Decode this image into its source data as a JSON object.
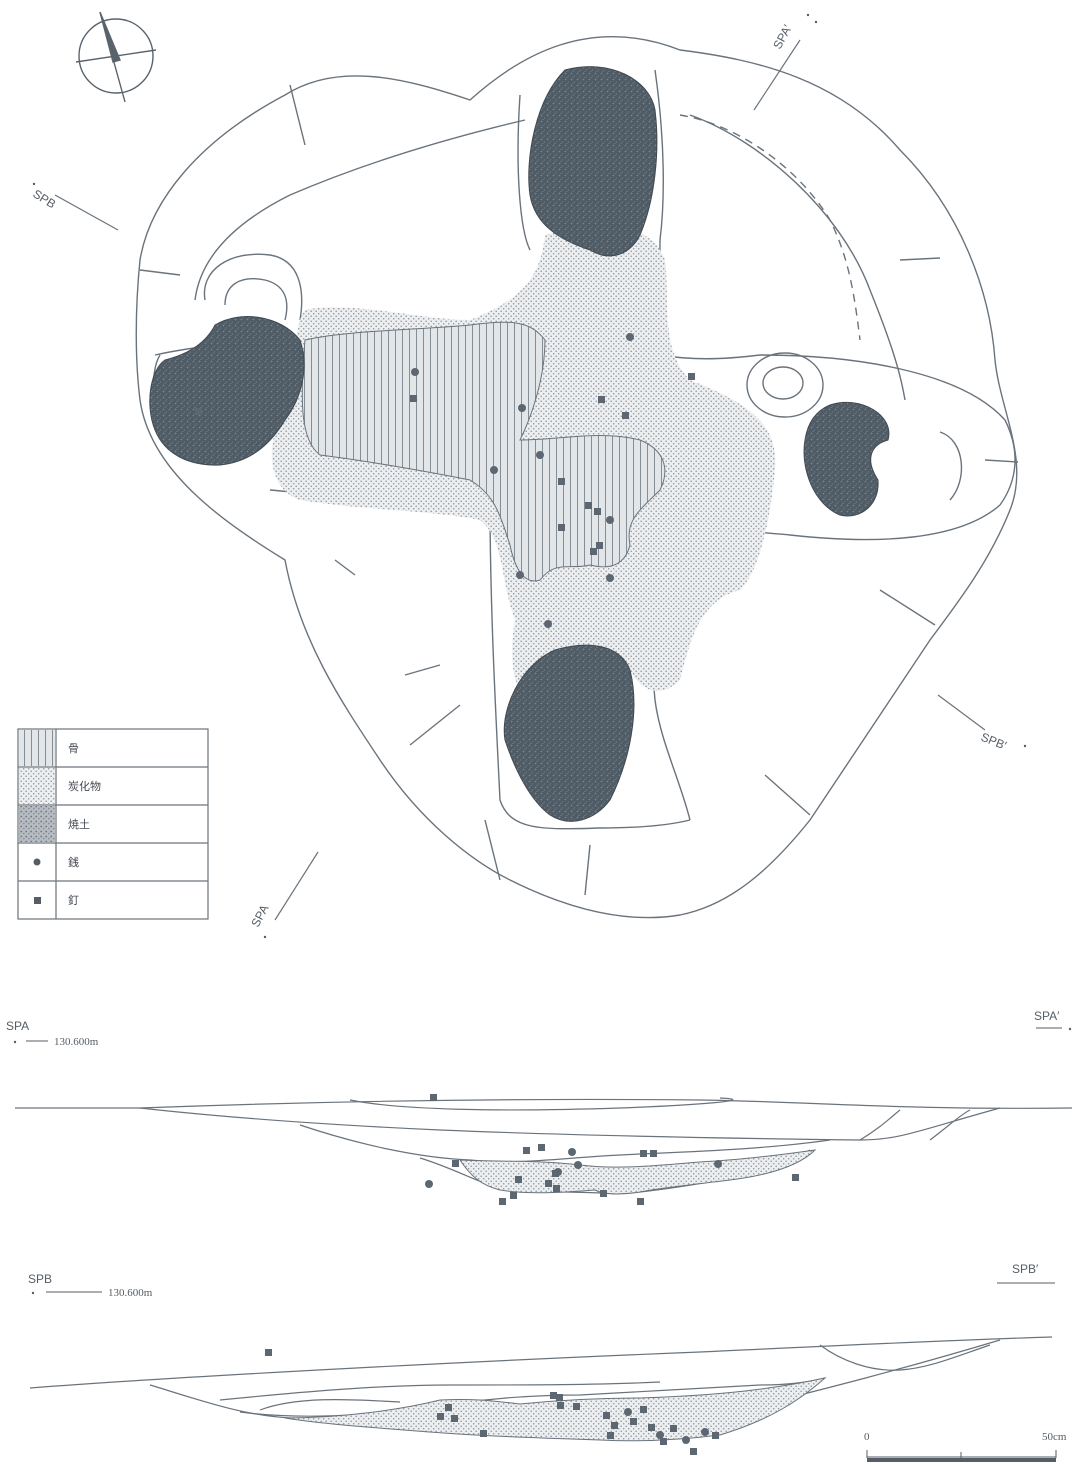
{
  "colors": {
    "line": "#6a737c",
    "dark": "#4b5660",
    "burnt": "#4e5a64",
    "char": "#c9cdd1"
  },
  "plan": {
    "section_markers": [
      {
        "id": "spa-start",
        "text": "SPA"
      },
      {
        "id": "spa-end",
        "text": "SPA′"
      },
      {
        "id": "spb-start",
        "text": "SPB"
      },
      {
        "id": "spb-end",
        "text": "SPB′"
      }
    ],
    "north_arrow_icon": "north-arrow-icon"
  },
  "legend": {
    "items": [
      {
        "symbol": "vertical-hatch",
        "label": "骨"
      },
      {
        "symbol": "dot-stipple",
        "label": "炭化物"
      },
      {
        "symbol": "dark-mottled",
        "label": "焼土"
      },
      {
        "symbol": "circle",
        "label": "銭"
      },
      {
        "symbol": "square",
        "label": "釘"
      }
    ]
  },
  "sections": {
    "spa": {
      "left_label": "SPA",
      "right_label": "SPA′",
      "elevation": "130.600m"
    },
    "spb": {
      "left_label": "SPB",
      "right_label": "SPB′",
      "elevation": "130.600m"
    }
  },
  "scale_bar": {
    "zero": "0",
    "max": "50cm"
  }
}
